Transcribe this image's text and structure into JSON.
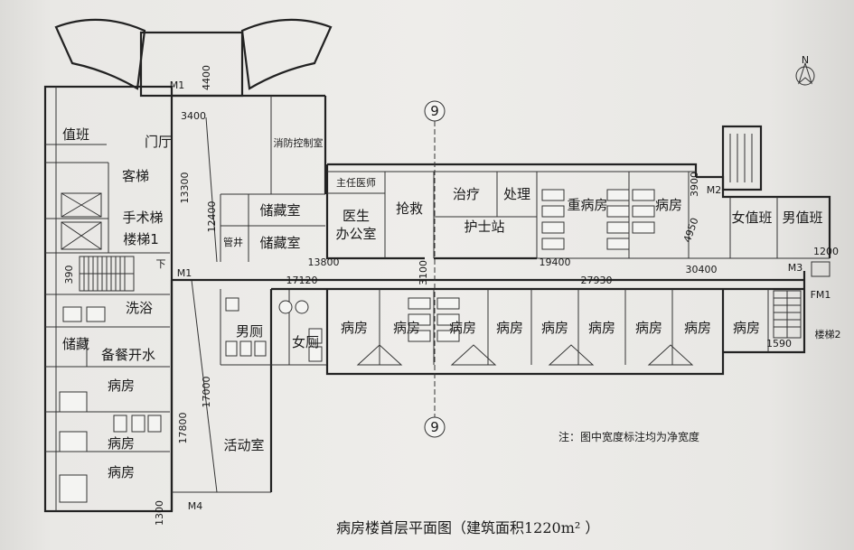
{
  "rooms": {
    "duty": "值班",
    "lobby": "门厅",
    "passenger_lift": "客梯",
    "surgery_lift": "手术梯",
    "stair1": "楼梯1",
    "fire_control": "消防控制室",
    "storage1": "储藏室",
    "storage2": "储藏室",
    "chief_doctor": "主任医师",
    "doctor_office_1": "医生",
    "doctor_office_2": "办公室",
    "rescue": "抢救",
    "treatment": "治疗",
    "disposal": "处理",
    "nurse_station": "护士站",
    "icu_ward": "重病房",
    "ward_e": "病房",
    "female_duty": "女值班",
    "male_duty": "男值班",
    "bath": "洗浴",
    "store_small": "储藏",
    "pantry": "备餐开水",
    "men_wc": "男厕",
    "women_wc": "女厕",
    "ward_w1": "病房",
    "ward_w2": "病房",
    "ward_w3": "病房",
    "activity": "活动室",
    "ward_s": "病房",
    "stair2": "楼梯2",
    "well": "管井"
  },
  "doors": {
    "m1_top": "M1",
    "m1_side": "M1",
    "m2": "M2",
    "m3": "M3",
    "fm1": "FM1",
    "m4": "M4"
  },
  "dims": {
    "d4400": "4400",
    "d3400": "3400",
    "d13300": "13300",
    "d12400": "12400",
    "d13800": "13800",
    "d17120": "17120",
    "d3100": "3100",
    "d19400": "19400",
    "d27930": "27930",
    "d30400": "30400",
    "d3900": "3900",
    "d4950": "4950",
    "d1200": "1200",
    "d1590": "1590",
    "d390": "390",
    "d17000": "17000",
    "d17800": "17800",
    "d1300": "1300"
  },
  "axis": {
    "top": "9",
    "bottom": "9"
  },
  "north": "N",
  "stair_down": "下",
  "note": "注：图中宽度标注均为净宽度",
  "caption": "病房楼首层平面图（建筑面积1220m² ）"
}
